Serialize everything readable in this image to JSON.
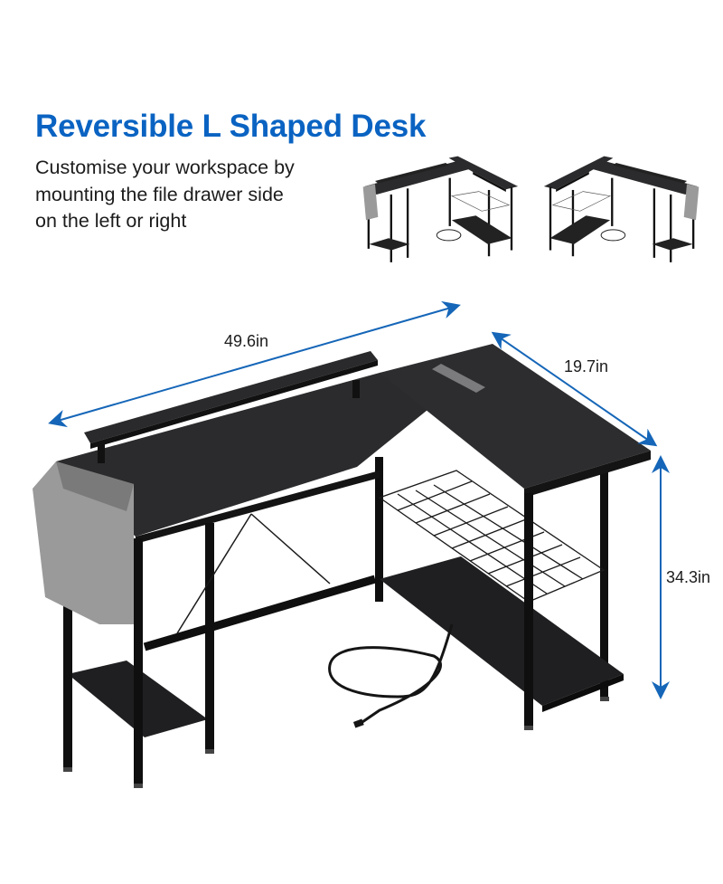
{
  "header": {
    "title": "Reversible L Shaped Desk",
    "subtitle_lines": [
      "Customise your workspace by",
      "mounting the file drawer side",
      "on the left or right"
    ]
  },
  "thumbnails": [
    {
      "label": "left-orientation",
      "storage_side": "right",
      "bag_side": "left"
    },
    {
      "label": "right-orientation",
      "storage_side": "left",
      "bag_side": "right"
    }
  ],
  "dimensions": {
    "width": "49.6in",
    "depth": "19.7in",
    "height": "34.3in"
  },
  "colors": {
    "accent": "#0A63C2",
    "arrow": "#1566B8",
    "desk_top": "#2b2b2d",
    "frame": "#111111",
    "bag": "#9a9a9a",
    "text": "#1c1c1c"
  }
}
